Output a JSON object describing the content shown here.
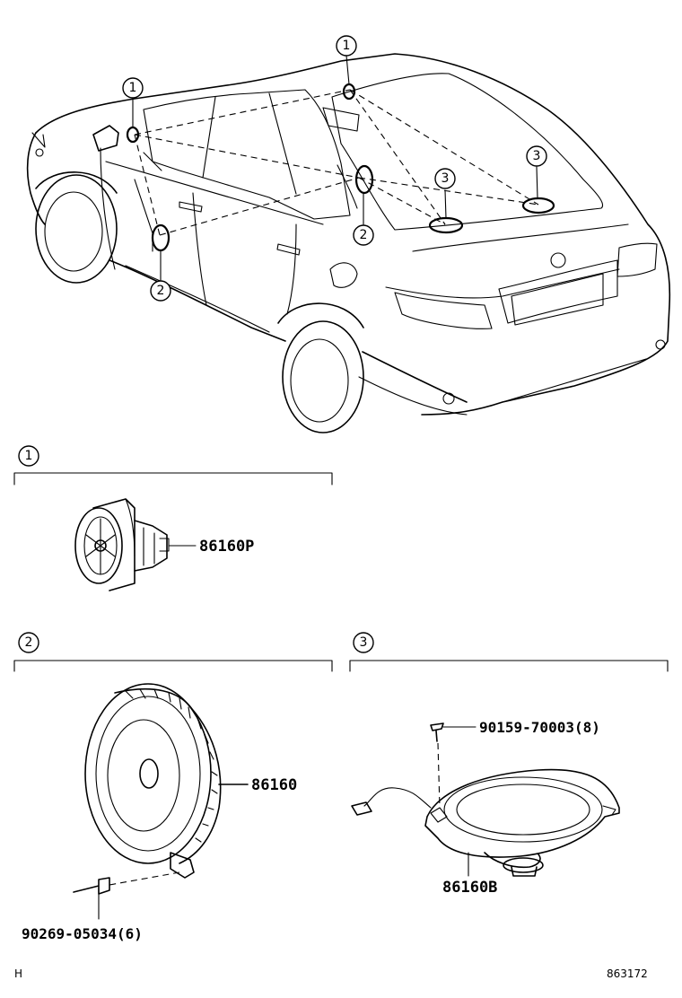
{
  "callouts": {
    "one": "1",
    "two": "2",
    "three": "3"
  },
  "parts": {
    "tweeter": "86160P",
    "front_speaker": "86160",
    "front_screw": "90269-05034(6)",
    "rear_speaker": "86160B",
    "rear_screw": "90159-70003(8)"
  },
  "footer": {
    "left_code": "H",
    "diagram_number": "863172"
  }
}
